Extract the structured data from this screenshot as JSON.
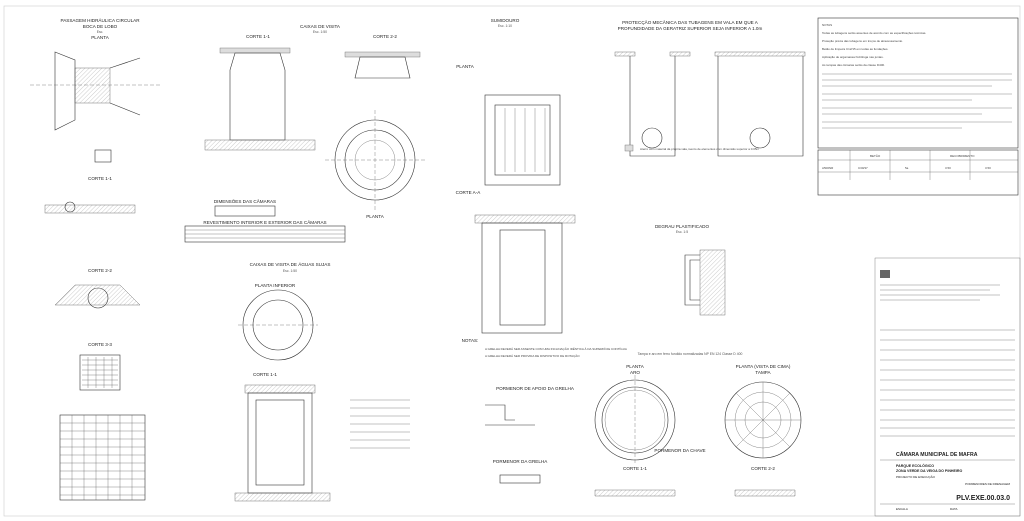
{
  "sheet": {
    "titles": {
      "passagem": "PASSAGEM HIDRÁULICA CIRCULAR",
      "boca_lobo": "BOCA DE LOBO",
      "passagem_esc": "Esc.",
      "planta": "PLANTA",
      "caixas_visita": "CAIXAS DE VISITA",
      "caixas_visita_esc": "Esc. 1:50",
      "corte_1_1": "CORTE 1-1",
      "corte_2_2": "CORTE 2-2",
      "corte_3_3": "CORTE 3-3",
      "sumidouro": "SUMIDOURO",
      "sumidouro_esc": "Esc. 1:10",
      "protecao": "PROTECÇÃO MECÂNICA DAS TUBAGENS EM VALA EM QUE A",
      "protecao_2": "PROFUNDIDADE DA GERATRIZ SUPERIOR SEJA INFERIOR A 1.0m",
      "corte_a_a": "CORTE A-A",
      "caixas_visita_2": "CAIXAS DE VISITA DE ÁGUAS SUJAS",
      "planta_inferior": "PLANTA INFERIOR",
      "degrau": "DEGRAU PLASTIFICADO",
      "degrau_esc": "Esc. 1:5",
      "notas": "NOTAS:",
      "pormenor_apoio": "PORMENOR DE APOIO DA GRELHA",
      "pormenor_grelha": "PORMENOR DA GRELHA",
      "pormenor_chaves": "PORMENOR DA CHAVE",
      "planta_aro": "PLANTA",
      "aro": "ARO",
      "planta_tampa": "PLANTA (VISTA DE CIMA)",
      "tampa": "TAMPA",
      "tampa_note": "Tampa e aro em ferro fundido normalizadas NP EN 124 Classe D 400",
      "dimensoes_camaras": "DIMENSÕES DAS CÂMARAS",
      "revestimento": "REVESTIMENTO INTERIOR E EXTERIOR DAS CÂMARAS",
      "notas_grelha_1": "A GRELHA DEVERÁ SER ASSENTE COM UMA INCLINAÇÃO IDÊNTICA À DA SUPERFÍCIE CONTÍGUA",
      "notas_grelha_2": "A GRELHA DEVERÁ SER PROVIDA DE DISPOSITIVO DE ROTAÇÃO",
      "nota_vala": "Aterro com material da própria vala, isento de elementos com dimensão superior a 0.05m"
    },
    "notes_box": {
      "title": "NOTAS",
      "lines": [
        "Todas as tubagens serão assentes de acordo com as especificações técnicas.",
        "Proteção prévia das tubagens em troços de atravessamento.",
        "Betão de limpeza C12/15 em todas as fundações.",
        "Aplicação de argamassa hidrófuga nas juntas.",
        "As tampas das câmaras serão da classe D400."
      ]
    },
    "beton_table": {
      "headers": [
        "BETÃO",
        "RECOBRIMENTO"
      ],
      "row": [
        "A500NR",
        "C30/37",
        "5a",
        "3.50",
        "3.50"
      ]
    },
    "title_block": {
      "client": "CÂMARA MUNICIPAL DE MAFRA",
      "project_1": "PARQUE ECOLÓGICO",
      "project_2": "ZONA VERDE DA VEIGA DO PINHEIRO",
      "phase": "PROJECTO DE EXECUÇÃO",
      "subtitle": "PORMENORES DE DRENAGEM",
      "drawing_no": "PLV.EXE.00.03.0",
      "scale_label": "ESCALA",
      "date_label": "DATA"
    }
  }
}
